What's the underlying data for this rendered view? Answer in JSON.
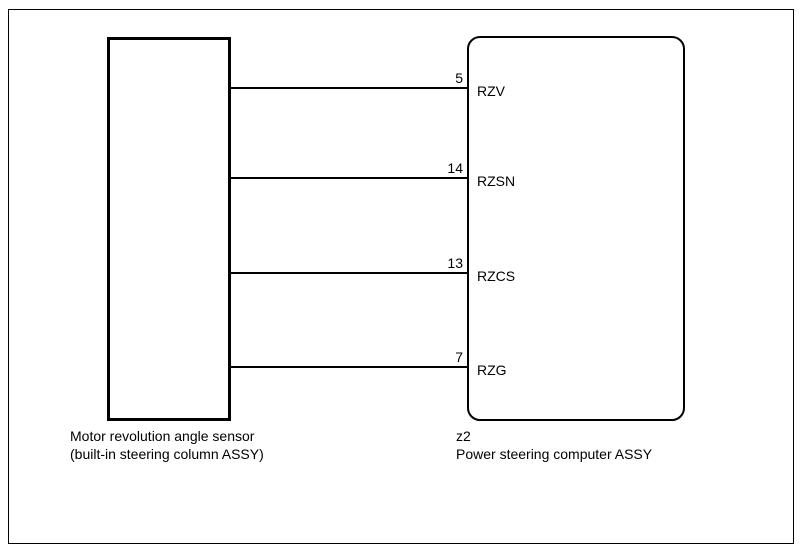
{
  "diagram": {
    "left_component": {
      "caption_line1": "Motor revolution angle sensor",
      "caption_line2": "(built-in steering column ASSY)"
    },
    "right_component": {
      "connector_code": "z2",
      "caption": "Power steering computer ASSY"
    },
    "connectors": [
      {
        "pin": "5",
        "label": "RZV"
      },
      {
        "pin": "14",
        "label": "RZSN"
      },
      {
        "pin": "13",
        "label": "RZCS"
      },
      {
        "pin": "7",
        "label": "RZG"
      }
    ],
    "colors": {
      "line": "#000000",
      "background": "#ffffff"
    }
  }
}
